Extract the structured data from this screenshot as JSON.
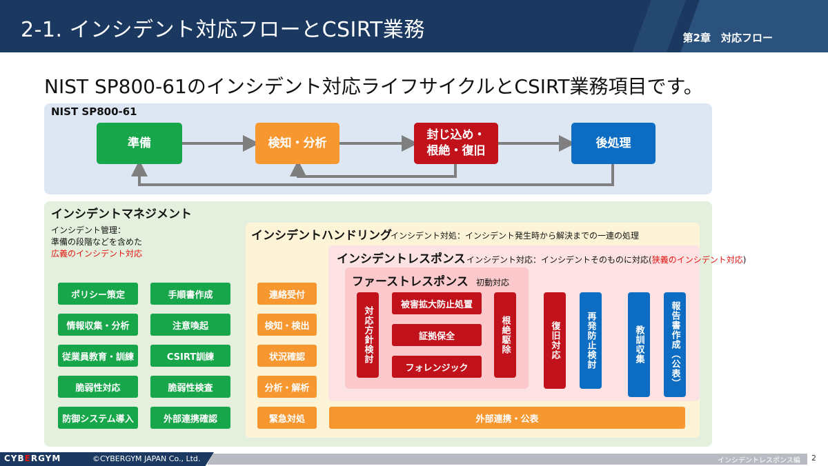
{
  "header": {
    "title": "2-1. インシデント対応フローとCSIRT業務",
    "chapter": "第2章　対応フロー"
  },
  "subtitle": "NIST SP800-61のインシデント対応ライフサイクルとCSIRT業務項目です。",
  "nist": {
    "label": "NIST SP800-61",
    "phases": [
      {
        "text": "準備"
      },
      {
        "text": "検知・分析"
      },
      {
        "line1": "封じ込め・",
        "line2": "根絶・復旧"
      },
      {
        "text": "後処理"
      }
    ]
  },
  "management": {
    "label": "インシデントマネジメント",
    "note_line1": "インシデント管理：",
    "note_line2": "準備の段階などを含めた",
    "note_line3": "広義のインシデント対応",
    "items_left": [
      "ポリシー策定",
      "情報収集・分析",
      "従業員教育・訓練",
      "脆弱性対応",
      "防御システム導入"
    ],
    "items_right": [
      "手順書作成",
      "注意喚起",
      "CSIRT訓練",
      "脆弱性検査",
      "外部連携確認"
    ]
  },
  "handling": {
    "label": "インシデントハンドリング",
    "desc": "インシデント対処：インシデント発生時から解決までの一連の処理",
    "items": [
      "連絡受付",
      "検知・検出",
      "状況確認",
      "分析・解析",
      "緊急対処"
    ]
  },
  "response": {
    "label": "インシデントレスポンス",
    "desc_prefix": "インシデント対応：インシデントそのものに対応(",
    "desc_red": "狭義のインシデント対応",
    "desc_suffix": ")",
    "recovery": "復旧対応",
    "prevention": "再発防止検討",
    "lessons": "教訓収集",
    "report": "報告書作成（公表）",
    "external": "外部連携・公表"
  },
  "first_response": {
    "label": "ファーストレスポンス",
    "desc": "初動対応",
    "policy": "対応方針検討",
    "items": [
      "被害拡大防止処置",
      "証拠保全",
      "フォレンジック"
    ],
    "eradication": "根絶駆除"
  },
  "footer": {
    "logo_a": "CYB",
    "logo_b": "E",
    "logo_c": "RGYM",
    "copyright": "©CYBERGYM JAPAN Co., Ltd.",
    "section": "インシデントレスポンス編",
    "page": "2"
  },
  "colors": {
    "navy": "#1b3960",
    "green": "#17a64a",
    "orange": "#f7972f",
    "red": "#c1121c",
    "blue": "#0c6dc2"
  }
}
